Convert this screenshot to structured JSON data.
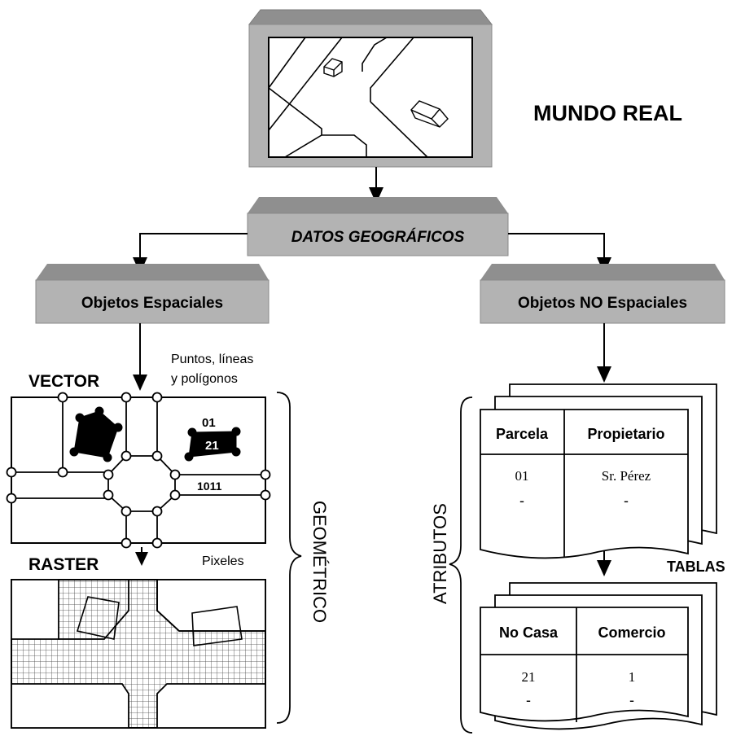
{
  "real_world": {
    "title": "MUNDO REAL"
  },
  "geo_data": {
    "label": "DATOS GEOGRÁFICOS"
  },
  "spatial_objects": {
    "label": "Objetos Espaciales",
    "vector": {
      "title": "VECTOR",
      "caption_line1": "Puntos, líneas",
      "caption_line2": "y polígonos",
      "parcel_01": "01",
      "house_21": "21",
      "parcel_1011": "1011"
    },
    "raster": {
      "title": "RASTER",
      "caption": "Pixeles"
    },
    "group_label": "GEOMÉTRICO"
  },
  "non_spatial_objects": {
    "label": "Objetos NO Espaciales",
    "group_label": "ATRIBUTOS",
    "tables_label": "TABLAS",
    "table1": {
      "headers": [
        "Parcela",
        "Propietario"
      ],
      "row1": [
        "01",
        "Sr. Pérez"
      ],
      "row2": [
        "-",
        "-"
      ]
    },
    "table2": {
      "headers": [
        "No Casa",
        "Comercio"
      ],
      "row1": [
        "21",
        "1"
      ],
      "row2": [
        "-",
        "-"
      ]
    }
  },
  "colors": {
    "box_gray": "#a8a8a8",
    "box_top": "#8a8a8a",
    "raster_fill": "#cfcfcf"
  }
}
